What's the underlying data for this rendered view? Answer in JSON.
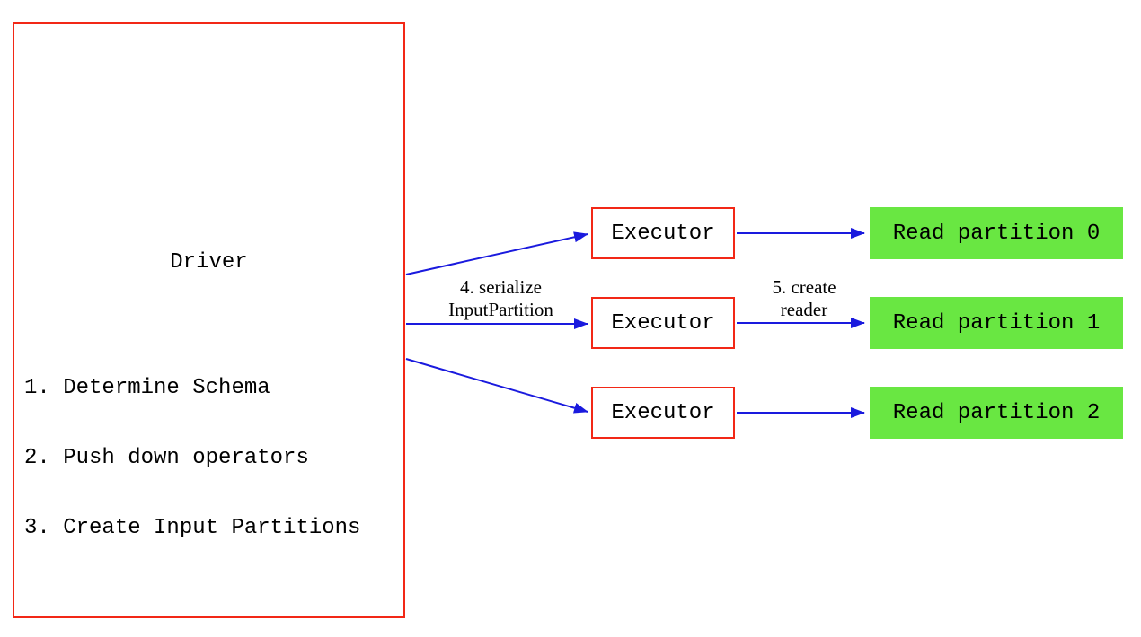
{
  "colors": {
    "red": "#f22816",
    "green": "#69e742",
    "blue": "#1a1ade",
    "text": "#000000",
    "background": "#ffffff"
  },
  "driver": {
    "title": "Driver",
    "steps": [
      "1. Determine Schema",
      "2. Push down operators",
      "3. Create Input Partitions"
    ]
  },
  "executors": [
    {
      "label": "Executor"
    },
    {
      "label": "Executor"
    },
    {
      "label": "Executor"
    }
  ],
  "partitions": [
    {
      "label": "Read partition 0"
    },
    {
      "label": "Read partition 1"
    },
    {
      "label": "Read partition 2"
    }
  ],
  "edge_labels": {
    "serialize": [
      "4. serialize",
      "InputPartition"
    ],
    "create_reader": [
      "5. create",
      "reader"
    ]
  }
}
